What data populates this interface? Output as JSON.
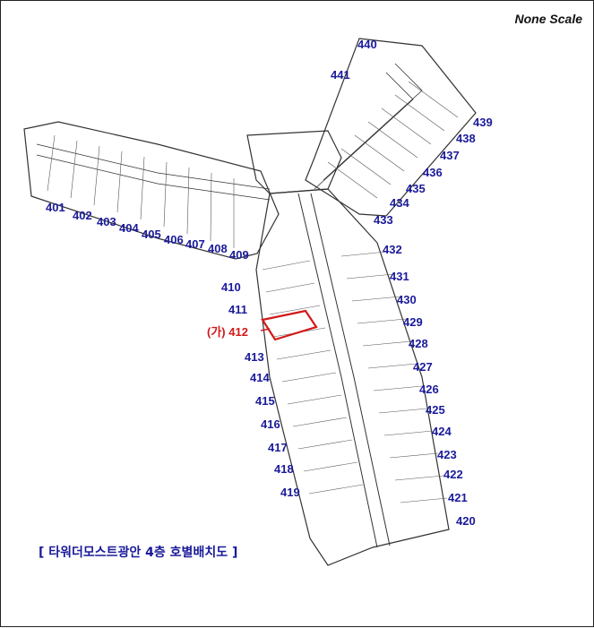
{
  "scale_note": "None Scale",
  "caption": "[ 타워더모스트광안 4층 호별배치도 ]",
  "highlight": {
    "prefix": "(가)",
    "unit": "412",
    "color": "#d21919"
  },
  "colors": {
    "label": "#1a1a9a",
    "line": "#333333",
    "highlight": "#d21919"
  },
  "units": {
    "u401": "401",
    "u402": "402",
    "u403": "403",
    "u404": "404",
    "u405": "405",
    "u406": "406",
    "u407": "407",
    "u408": "408",
    "u409": "409",
    "u410": "410",
    "u411": "411",
    "u413": "413",
    "u414": "414",
    "u415": "415",
    "u416": "416",
    "u417": "417",
    "u418": "418",
    "u419": "419",
    "u420": "420",
    "u421": "421",
    "u422": "422",
    "u423": "423",
    "u424": "424",
    "u425": "425",
    "u426": "426",
    "u427": "427",
    "u428": "428",
    "u429": "429",
    "u430": "430",
    "u431": "431",
    "u432": "432",
    "u433": "433",
    "u434": "434",
    "u435": "435",
    "u436": "436",
    "u437": "437",
    "u438": "438",
    "u439": "439",
    "u440": "440",
    "u441": "441"
  }
}
